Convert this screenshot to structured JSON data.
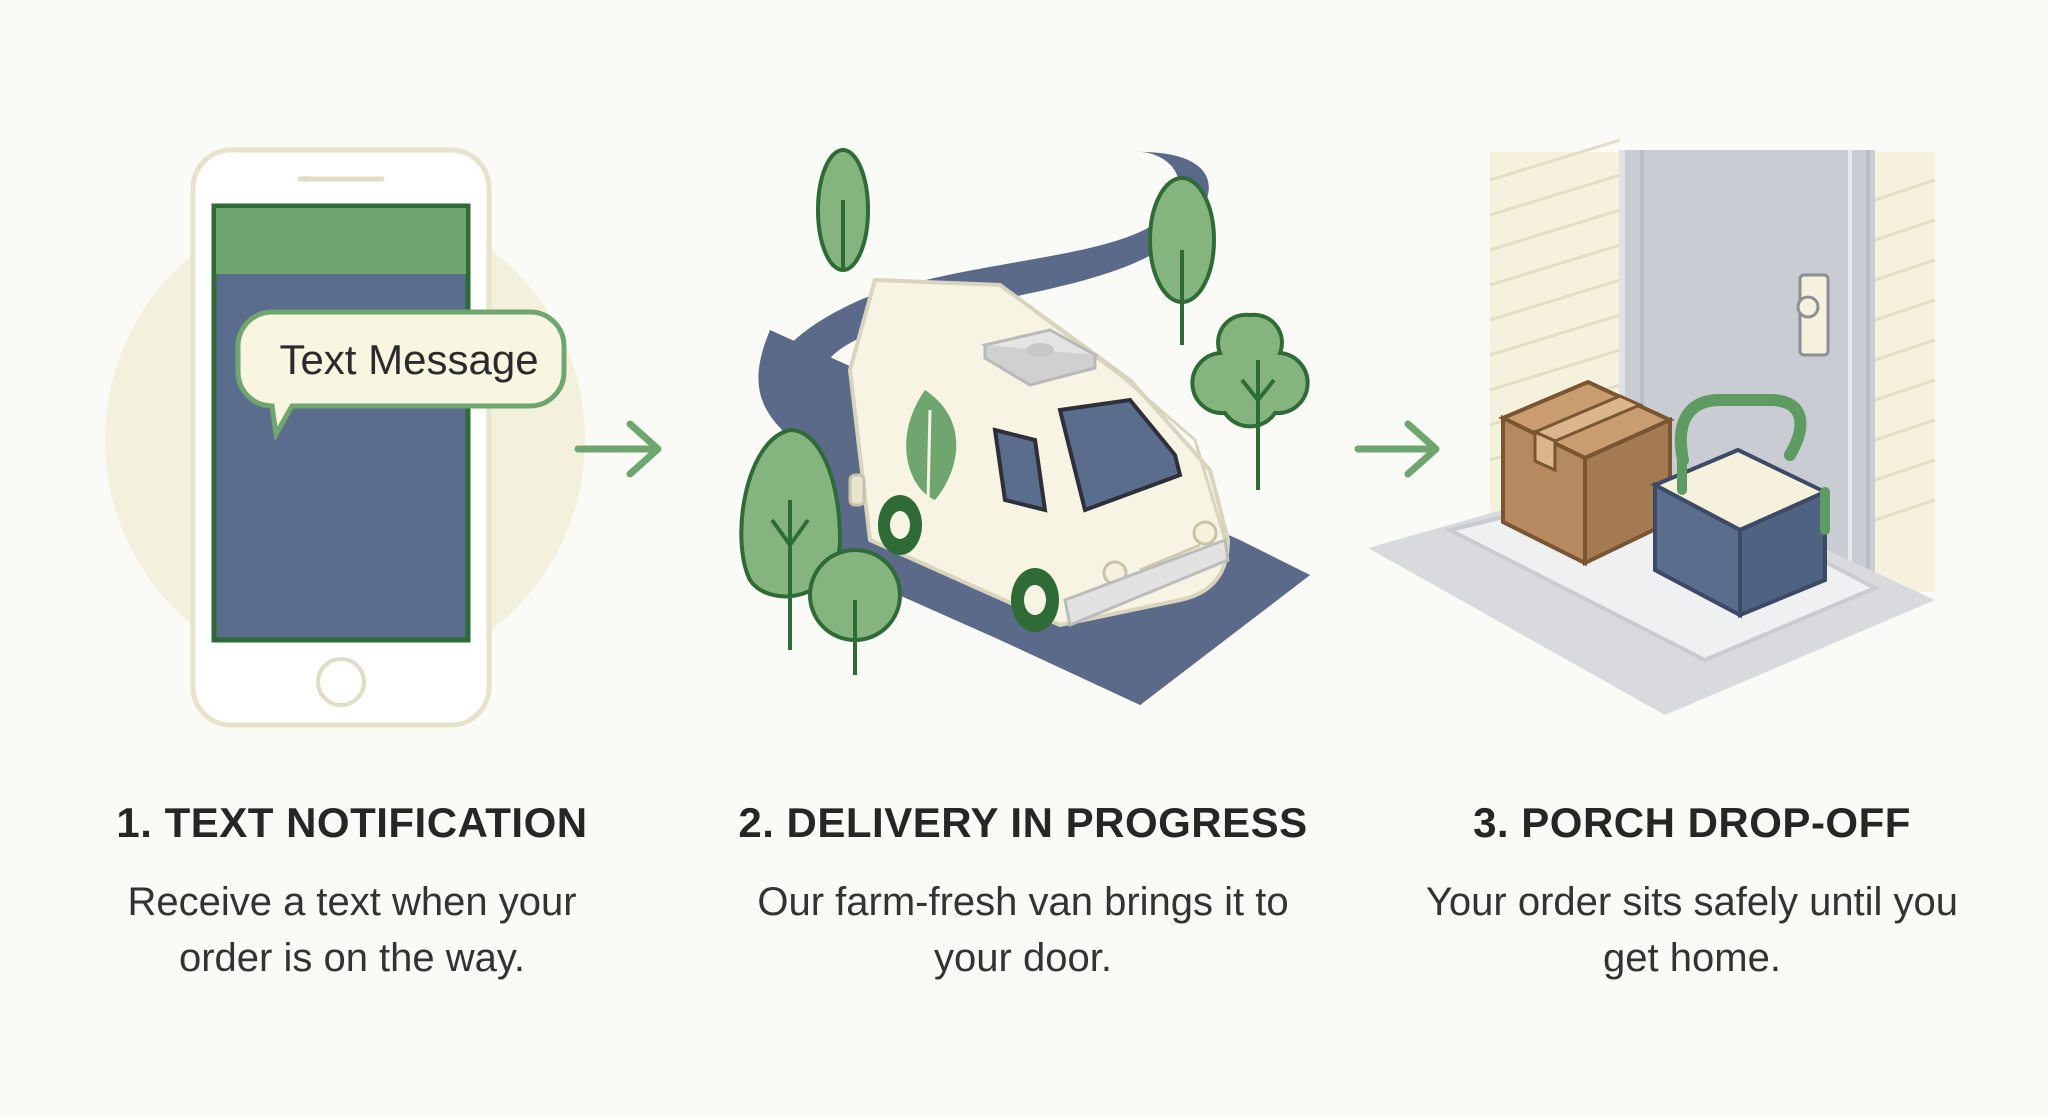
{
  "steps": [
    {
      "number": "1.",
      "title": "1. TEXT NOTIFICATION",
      "description": "Receive a text when your order is on the way.",
      "icon": "phone-icon",
      "bubble_text": "Text Message"
    },
    {
      "number": "2.",
      "title": "2. DELIVERY IN PROGRESS",
      "description": "Our farm-fresh van brings it to your door.",
      "icon": "delivery-van-icon"
    },
    {
      "number": "3.",
      "title": "3. PORCH DROP-OFF",
      "description": "Your order sits safely until you get home.",
      "icon": "porch-package-icon"
    }
  ],
  "connectors": [
    "arrow-right-icon",
    "arrow-right-icon"
  ],
  "colors": {
    "background": "#fafaf6",
    "green": "#5e9b62",
    "dark_green": "#2f6b36",
    "leaf_green": "#86b47f",
    "slate_blue": "#5a6d8c",
    "cream": "#f5f1dc",
    "cardboard": "#b58a60",
    "road": "#5a6a88"
  }
}
